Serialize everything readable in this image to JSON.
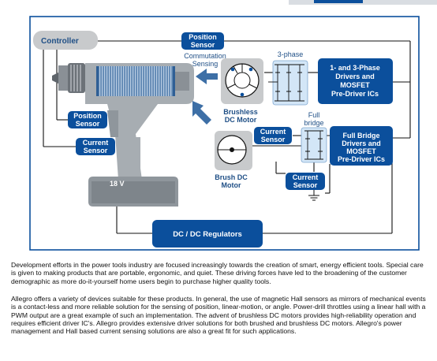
{
  "labels": {
    "controller": "Controller",
    "position_sensor_top_1": "Position",
    "position_sensor_top_2": "Sensor",
    "commutation_1": "Commutation",
    "commutation_2": "Sensing",
    "three_phase": "3-phase",
    "drivers_1": "1- and 3-Phase",
    "drivers_2": "Drivers and",
    "drivers_3": "MOSFET",
    "drivers_4": "Pre-Driver ICs",
    "brushless_1": "Brushless",
    "brushless_2": "DC Motor",
    "position_sensor_left_1": "Position",
    "position_sensor_left_2": "Sensor",
    "current_sensor_left_1": "Current",
    "current_sensor_left_2": "Sensor",
    "current_sensor_mid_1": "Current",
    "current_sensor_mid_2": "Sensor",
    "full_bridge_1": "Full",
    "full_bridge_2": "bridge",
    "fb_drivers_1": "Full Bridge",
    "fb_drivers_2": "Drivers and",
    "fb_drivers_3": "MOSFET",
    "fb_drivers_4": "Pre-Driver ICs",
    "brush_dc_1": "Brush DC",
    "brush_dc_2": "Motor",
    "current_sensor_bottom_1": "Current",
    "current_sensor_bottom_2": "Sensor",
    "battery": "18 V",
    "dcdc": "DC / DC Regulators"
  },
  "paragraphs": {
    "p1": "Development efforts in the power tools industry are focused increasingly towards the creation of smart, energy efficient tools. Special care is given to making products that are portable, ergonomic, and quiet. These driving forces have led to the broadening of the customer demographic as more do-it-yourself  home users begin to purchase higher quality tools.",
    "p2": "Allegro offers a variety of devices suitable for these products. In general, the use of magnetic Hall sensors as mirrors of mechanical events is a contact-less and more reliable solution for the sensing of position, linear-motion, or angle. Power-drill throttles using a linear hall with a PWM output are a great example of such an implementation. The advent of brushless DC motors provides high-reliability operation and requires efficient driver IC's. Allegro provides extensive driver solutions for both brushed and brushless DC motors. Allegro's power management and Hall based current sensing solutions are also a great fit for such applications."
  },
  "colors": {
    "dark_blue": "#0b4f9c",
    "light_blue": "#d3e6f7",
    "gray": "#c8cacc",
    "tool_gray": "#9aa0a6",
    "arrow_blue": "#3d6fa6"
  }
}
